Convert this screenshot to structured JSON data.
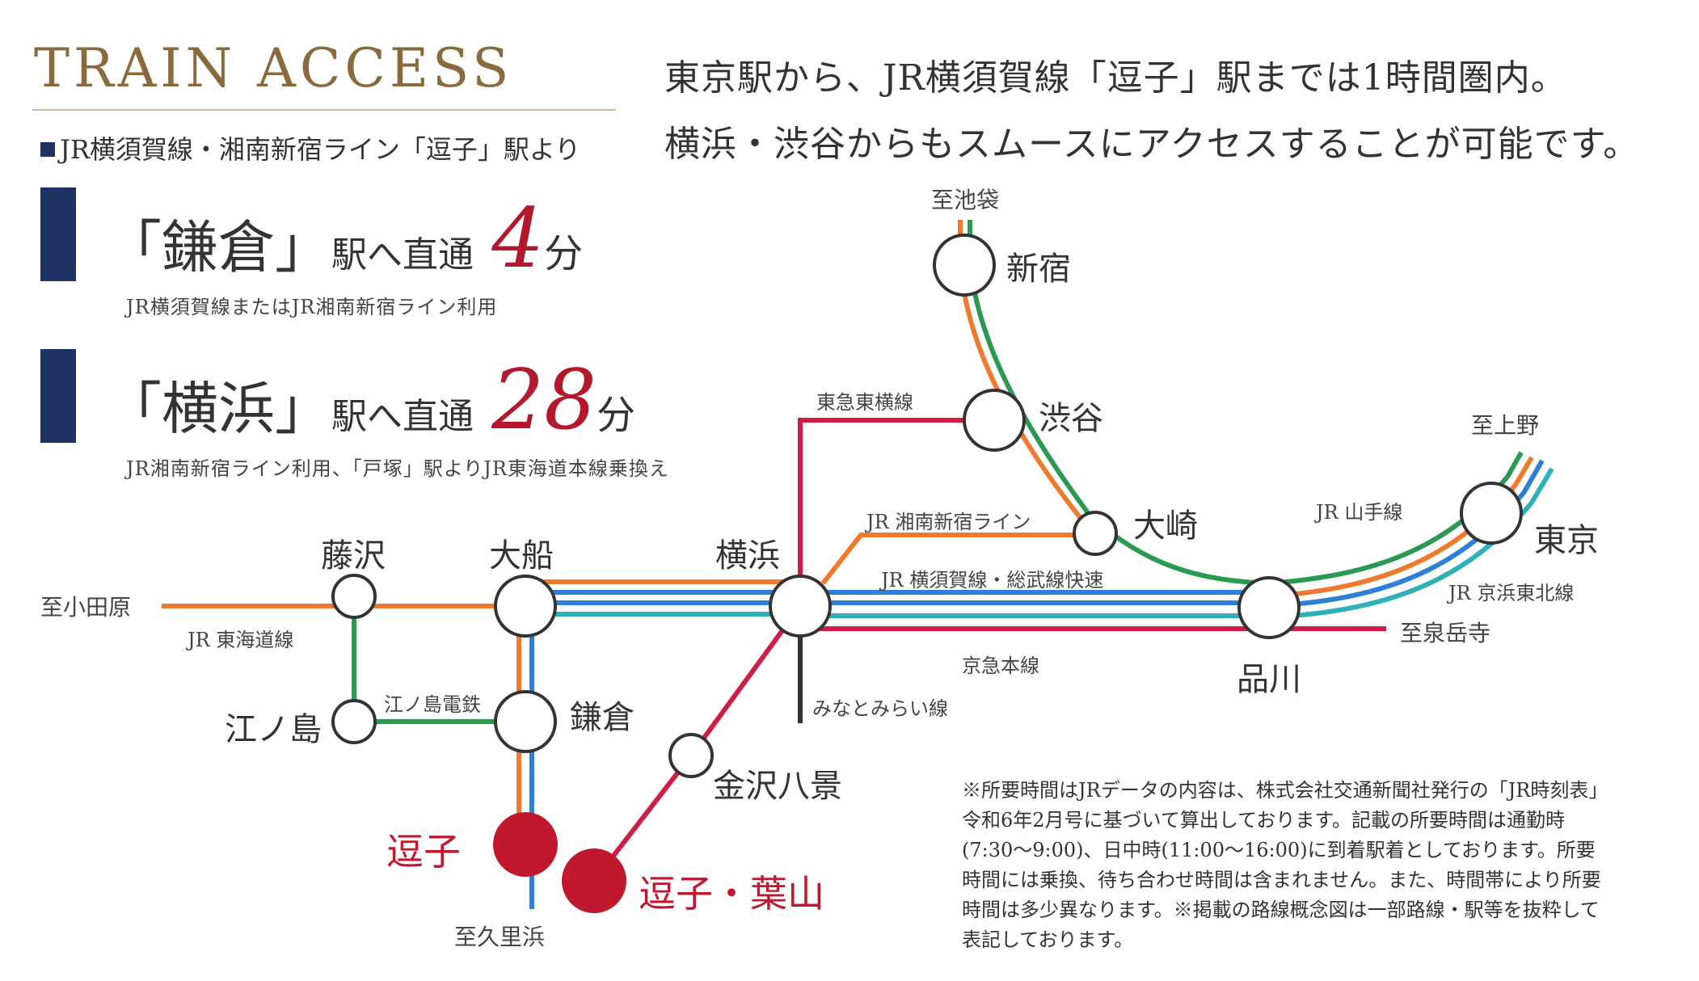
{
  "header": {
    "title": "TRAIN ACCESS",
    "route_note": "JR横須賀線・湘南新宿ライン「逗子」駅より"
  },
  "intro": {
    "line1": "東京駅から、JR横須賀線「逗子」駅までは1時間圏内。",
    "line2": "横浜・渋谷からもスムースにアクセスすることが可能です。"
  },
  "highlights": [
    {
      "station": "「鎌倉」",
      "suffix": "駅へ直通",
      "minutes": "4",
      "unit": "分",
      "note": "JR横須賀線またはJR湘南新宿ライン利用"
    },
    {
      "station": "「横浜」",
      "suffix": "駅へ直通",
      "minutes": "28",
      "unit": "分",
      "note": "JR湘南新宿ライン利用、「戸塚」駅よりJR東海道本線乗換え"
    }
  ],
  "map": {
    "stations": {
      "shinjuku": "新宿",
      "shibuya": "渋谷",
      "osaki": "大崎",
      "tokyo": "東京",
      "shinagawa": "品川",
      "yokohama": "横浜",
      "ofuna": "大船",
      "fujisawa": "藤沢",
      "enoshima": "江ノ島",
      "kamakura": "鎌倉",
      "kanazawa_hakkei": "金沢八景",
      "zushi": "逗子",
      "zushi_hayama": "逗子・葉山"
    },
    "directions": {
      "ikebukuro": "至池袋",
      "ueno": "至上野",
      "odawara": "至小田原",
      "kurihama": "至久里浜",
      "sengakuji": "至泉岳寺"
    },
    "lines": {
      "tokyu_toyoko": "東急東横線",
      "shonan_shinjuku": "JR 湘南新宿ライン",
      "yokosuka_sobu": "JR 横須賀線・総武線快速",
      "keikyu": "京急本線",
      "minatomirai": "みなとみらい線",
      "tokaido": "JR 東海道線",
      "enoden": "江ノ島電鉄",
      "yamanote": "JR 山手線",
      "keihin_tohoku": "JR 京浜東北線"
    },
    "colors": {
      "orange": "#ef7a2e",
      "green": "#2a9a53",
      "blue": "#2d7fd8",
      "cyan": "#2fb0b8",
      "red": "#cf1d45",
      "dark": "#333333",
      "zushi_red": "#c0182e"
    }
  },
  "footnote": "※所要時間はJRデータの内容は、株式会社交通新聞社発行の「JR時刻表」令和6年2月号に基づいて算出しております。記載の所要時間は通勤時(7:30～9:00)、日中時(11:00～16:00)に到着駅着としております。所要時間には乗換、待ち合わせ時間は含まれません。また、時間帯により所要時間は多少異なります。※掲載の路線概念図は一部路線・駅等を抜粋して表記しております。"
}
